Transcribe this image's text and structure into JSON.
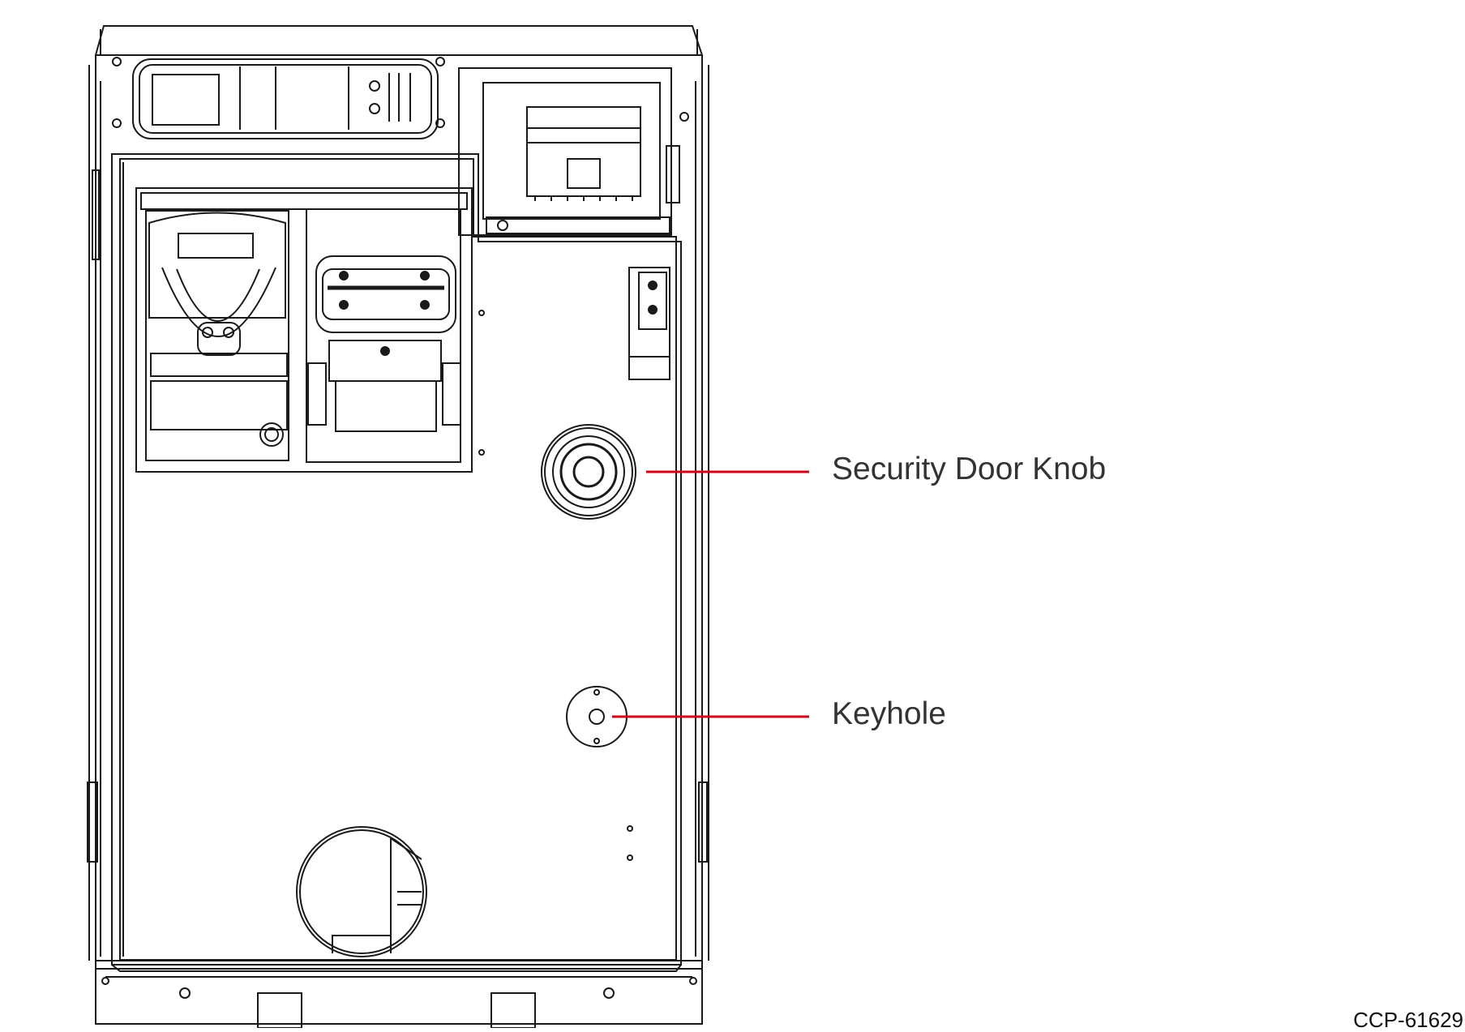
{
  "callouts": {
    "knob_label": "Security Door Knob",
    "keyhole_label": "Keyhole"
  },
  "figure_id": "CCP-61629",
  "colors": {
    "line_art": "#1a1a1a",
    "leader": "#d0021b",
    "label_text": "#333333"
  },
  "icons": {
    "knob": "security-door-knob-icon",
    "keyhole": "keyhole-icon"
  }
}
